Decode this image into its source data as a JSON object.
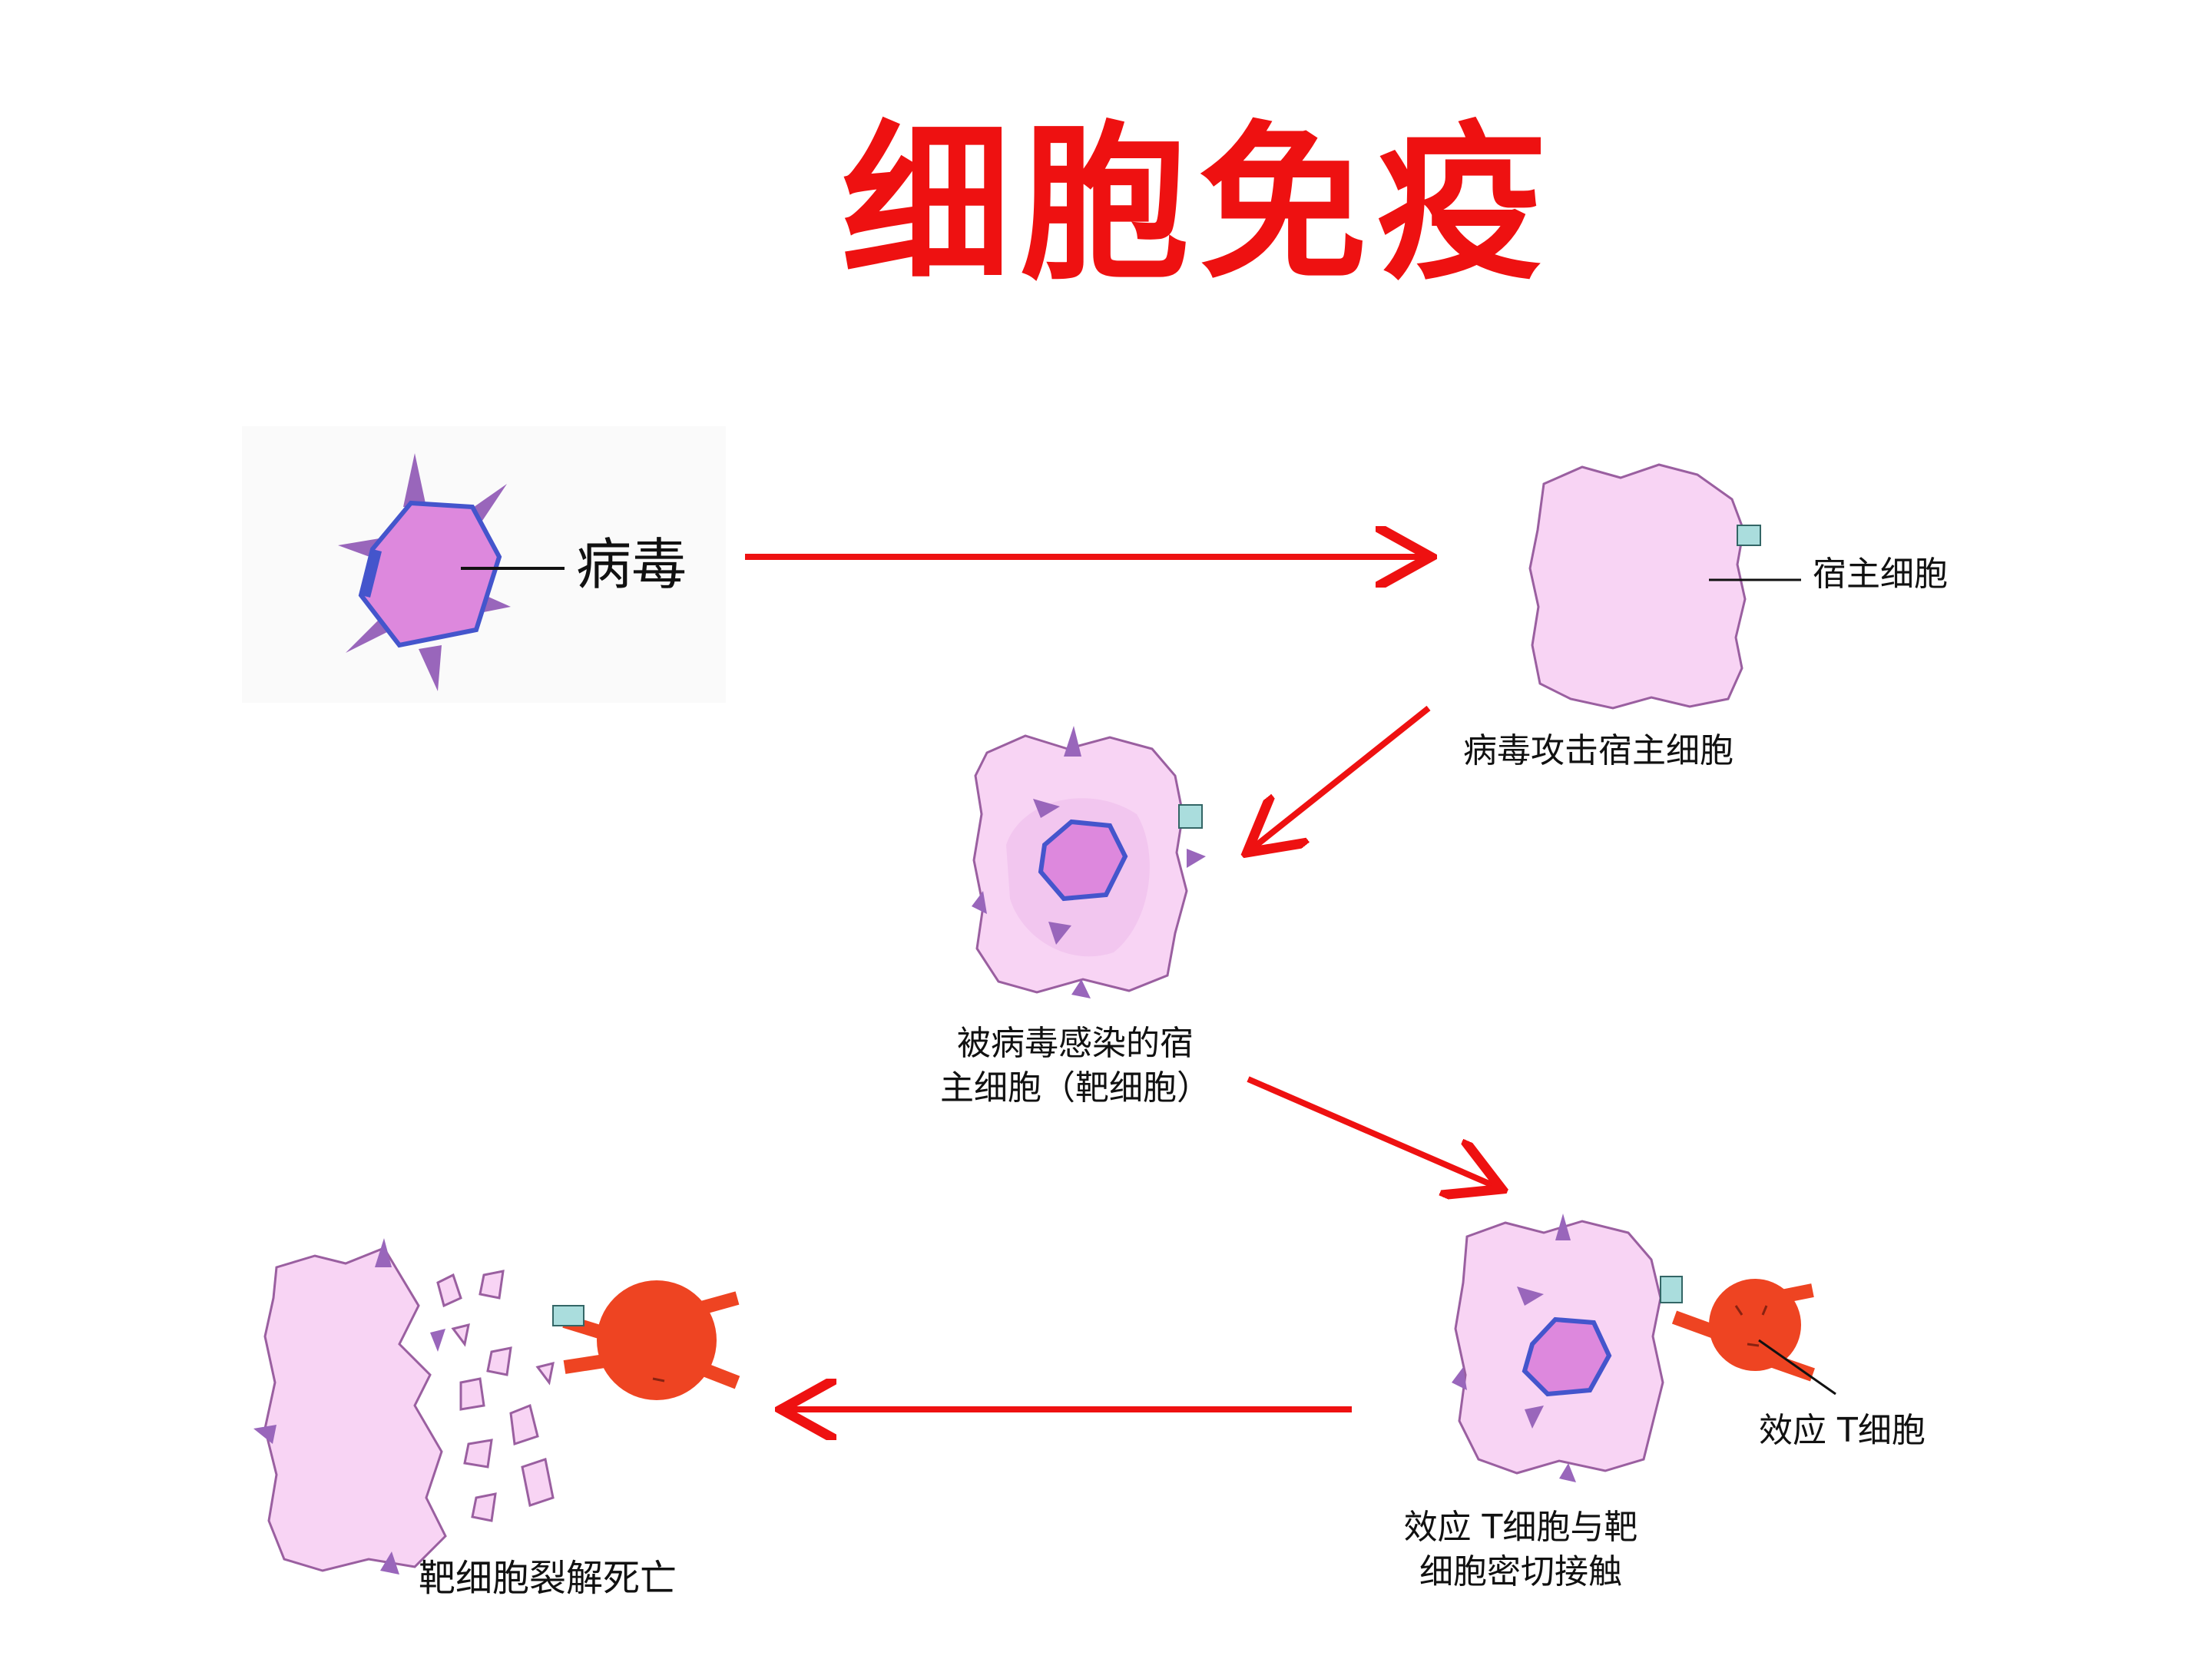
{
  "title": "细胞免疫",
  "labels": {
    "virus": "病毒",
    "host_cell": "宿主细胞",
    "virus_attacks": "病毒攻击宿主细胞",
    "infected_line1": "被病毒感染的宿",
    "infected_line2": "主细胞（靶细胞）",
    "effector_t": "效应 T细胞",
    "contact_line1": "效应 T细胞与靶",
    "contact_line2": "细胞密切接触",
    "lysis": "靶细胞裂解死亡"
  },
  "colors": {
    "title": "#ee1111",
    "arrow": "#ee1111",
    "host_cell_fill": "#f8d4f4",
    "host_cell_stroke": "#9a5fa0",
    "virus_core": "#dd88dd",
    "virus_edge": "#4455cc",
    "spike": "#9966bb",
    "t_cell": "#ee4422",
    "receptor": "#aadddd"
  }
}
